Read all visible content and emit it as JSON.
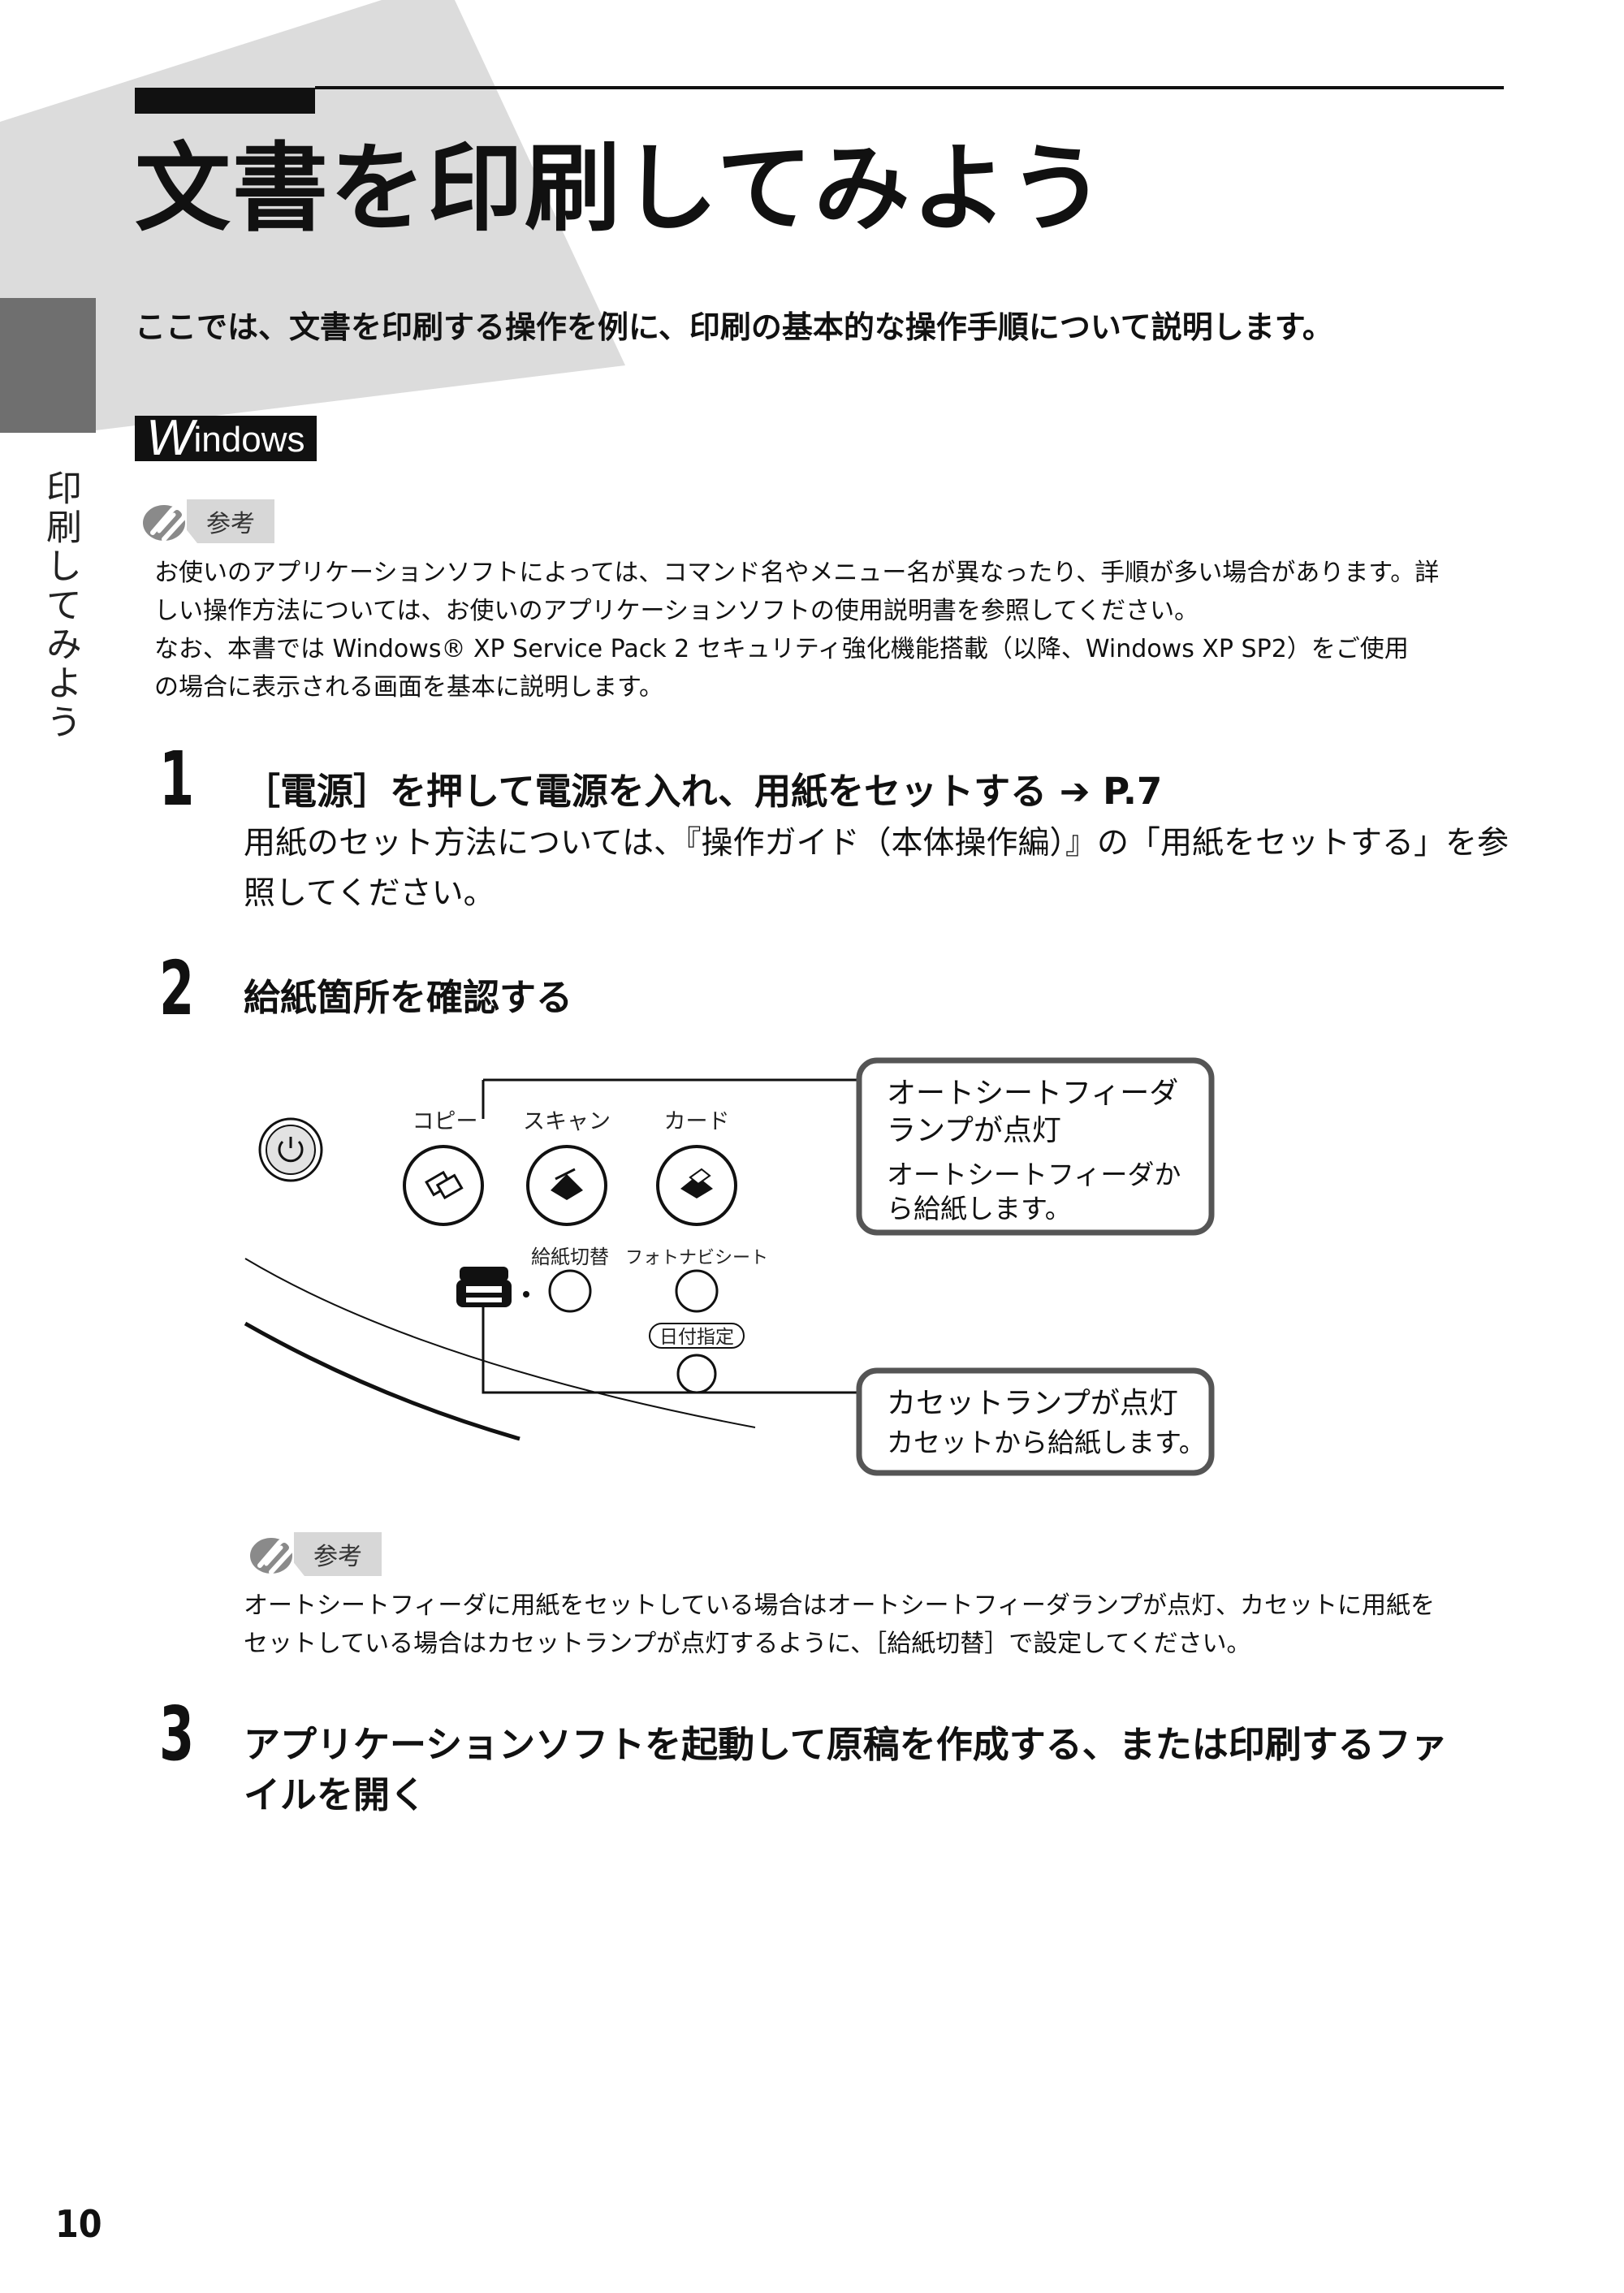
{
  "page": {
    "title": "文書を印刷してみよう",
    "side_label": "印刷してみよう",
    "intro": "ここでは、文書を印刷する操作を例に、印刷の基本的な操作手順について説明します。",
    "os_badge_initial": "W",
    "os_badge_rest": "indows",
    "page_number": "10"
  },
  "note1": {
    "badge": "参考",
    "lines": [
      "お使いのアプリケーションソフトによっては、コマンド名やメニュー名が異なったり、手順が多い場合があります。詳",
      "しい操作方法については、お使いのアプリケーションソフトの使用説明書を参照してください。",
      "なお、本書では Windows® XP Service Pack 2 セキュリティ強化機能搭載（以降、Windows XP SP2）をご使用",
      "の場合に表示される画面を基本に説明します。"
    ]
  },
  "steps": [
    {
      "number": "1",
      "heading": "［電源］を押して電源を入れ、用紙をセットする ➔ P.7",
      "body": [
        "用紙のセット方法については、『操作ガイド（本体操作編）』の「用紙をセットする」を参",
        "照してください。"
      ]
    },
    {
      "number": "2",
      "heading": "給紙箇所を確認する"
    },
    {
      "number": "3",
      "heading_lines": [
        "アプリケーションソフトを起動して原稿を作成する、または印刷するファ",
        "イルを開く"
      ]
    }
  ],
  "panel": {
    "button_copy": "コピー",
    "button_scan": "スキャン",
    "button_card": "カード",
    "button_feed_switch": "給紙切替",
    "button_photo_navi": "フォトナビシート",
    "button_date": "日付指定",
    "callout_asf_title_1": "オートシートフィーダ",
    "callout_asf_title_2": "ランプが点灯",
    "callout_asf_body_1": "オートシートフィーダか",
    "callout_asf_body_2": "ら給紙します。",
    "callout_cassette_title": "カセットランプが点灯",
    "callout_cassette_body": "カセットから給紙します。"
  },
  "note2": {
    "badge": "参考",
    "lines": [
      "オートシートフィーダに用紙をセットしている場合はオートシートフィーダランプが点灯、カセットに用紙を",
      "セットしている場合はカセットランプが点灯するように、［給紙切替］で設定してください。"
    ]
  },
  "colors": {
    "background_shape": "#dcdcdc",
    "side_tab": "#6f6f6f",
    "note_badge": "#d7d7d7",
    "callout_border": "#555555"
  }
}
